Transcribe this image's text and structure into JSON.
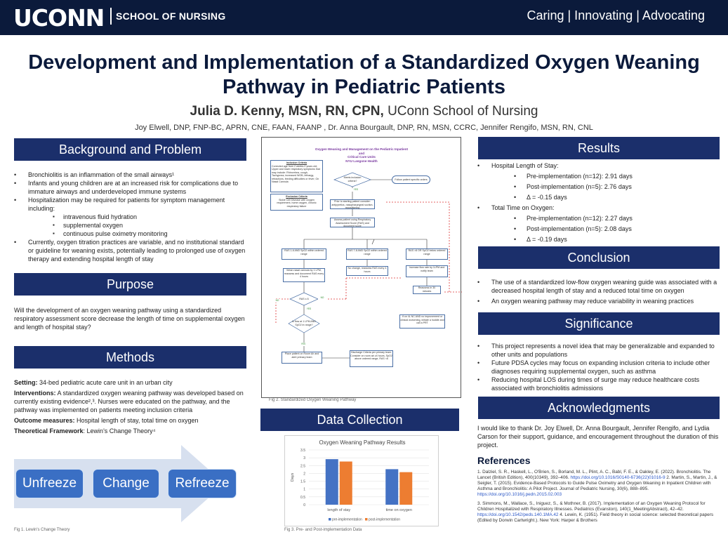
{
  "header": {
    "logo": "UCONN",
    "school": "SCHOOL OF NURSING",
    "tagline": "Caring | Innovating | Advocating"
  },
  "title_line1": "Development and Implementation of a Standardized Oxygen Weaning",
  "title_line2": "Pathway in Pediatric Patients",
  "presenter": {
    "name": "Julia D. Kenny, MSN, RN, CPN,",
    "affiliation": "UConn School of Nursing"
  },
  "authors": "Joy Elwell, DNP, FNP-BC, APRN, CNE, FAAN, FAANP , Dr. Anna Bourgault, DNP, RN, MSN, CCRC, Jennifer Rengifo, MSN, RN, CNL",
  "background": {
    "heading": "Background and Problem",
    "items": [
      "Bronchiolitis is an inflammation of the small airways¹",
      "Infants and young children are at an increased risk for complications due to immature airways and underdeveloped immune systems",
      "Hospitalization may be required for patients for symptom management including:"
    ],
    "subitems": [
      "intravenous fluid hydration",
      "supplemental oxygen",
      "continuous pulse oximetry monitoring"
    ],
    "last": "Currently, oxygen titration practices are variable, and no institutional standard or guideline for weaning exists, potentially leading to prolonged use of oxygen therapy and extending hospital length of stay"
  },
  "purpose": {
    "heading": "Purpose",
    "text": "Will the development of an oxygen weaning pathway using a standardized respiratory assessment score decrease the length of time on supplemental oxygen and length of hospital stay?"
  },
  "methods": {
    "heading": "Methods",
    "setting_label": "Setting:",
    "setting": " 34-bed pediatric acute care unit in an urban city",
    "interventions_label": "Interventions:",
    "interventions": " A standardized oxygen weaning pathway was developed based on currently existing evidence²,³. Nurses were educated on the pathway, and the pathway was implemented on patients meeting inclusion criteria",
    "outcome_label": "Outcome measures:",
    "outcome": " Hospital length of stay, total time on oxygen",
    "framework_label": "Theoretical Framework",
    "framework": ": Lewin's Change Theory⁴"
  },
  "lewin": {
    "steps": [
      "Unfreeze",
      "Change",
      "Refreeze"
    ],
    "caption": "Fig 1. Lewin's Change Theory"
  },
  "flowchart": {
    "title1": "Oxygen Weaning and Management on the Pediatric Inpatient and",
    "title2": "Critical Care Units",
    "title3": "NYU Langone Health",
    "inclusion_title": "Inclusion Criteria",
    "inclusion": "Corrected age from 2 weeks-2 years old; Upper and lower respiratory symptoms that may include: Rhinorrhea, cough, Tachypnea, increased WOB, lethargy, retractions, feeding difficulties or fever; On Nasal Cannula",
    "exclusion_title": "Exclusion Criteria",
    "exclusion": "Sickle Cell Disease with oxygen requirement, home oxygen, chronic respiratory failure",
    "meets": "Meets inclusion criteria?",
    "follow": "Follow patient specific orders",
    "prior": "Prior to starting patient consider: antipyretics, nasopharyngeal suction, repositioning",
    "assess": "Assess patient using Respiratory Assessment Score (RAS) and document score",
    "ras1": "RAS 1-6 AND SpO2 within ordered range",
    "ras2": "RAS 7-8 AND SpO2 within ordered range",
    "ras3": "RAS >8 OR SpO2 below ordered range",
    "wean": "Wean nasal cannula by 1 LPM, reassess and document RAS every 4 hours",
    "nochange": "No change, reassess RAS every 4 hours",
    "increase": "Increase flow rate by 1LPM and notify team",
    "reassess": "Reassess in 30 minutes",
    "rasle6": "RAS ≤ 6",
    "room": "Is flow at 1 LPM AND SpO2 in range?",
    "roomair": "Place patient on Room Air and alert primary team",
    "discharge": "Discharge Criteria per primary team: Consider on room air ≥4 hours, SpO2 above ordered range, RAS <6",
    "huddle": "If on 4L NC AND no improvement or clinical worsening, initiate a huddle and call a PRT",
    "yes": "YES",
    "no": "NO",
    "caption": "Fig 2. Standardized Oxygen Weaning Pathway"
  },
  "datacollection": {
    "heading": "Data Collection",
    "caption": "Fig 3. Pre- and Post-implementation Data"
  },
  "chart_data": {
    "type": "bar",
    "title": "Oxygen Weaning Pathway Results",
    "categories": [
      "length of stay",
      "time on oxygen"
    ],
    "series": [
      {
        "name": "pre-implementation",
        "values": [
          2.91,
          2.27
        ],
        "color": "#4472c4"
      },
      {
        "name": "post-implementation",
        "values": [
          2.76,
          2.08
        ],
        "color": "#ed7d31"
      }
    ],
    "ylabel": "Days",
    "ylim": [
      0,
      3.5
    ],
    "yticks": [
      "0",
      "0.5",
      "1",
      "1.5",
      "2",
      "2.5",
      "3",
      "3.5"
    ],
    "legend": "bottom",
    "grid": true
  },
  "results": {
    "heading": "Results",
    "los_label": "Hospital Length of Stay:",
    "los": [
      "Pre-implementation (n=12): 2.91 days",
      "Post-implementation (n=5): 2.76 days",
      "Δ = -0.15 days"
    ],
    "oxy_label": "Total Time on Oxygen:",
    "oxy": [
      "Pre-implementation (n=12): 2.27 days",
      "Post-implementation (n=5): 2.08 days",
      "Δ = -0.19 days"
    ]
  },
  "conclusion": {
    "heading": "Conclusion",
    "items": [
      "The use of a standardized low-flow oxygen weaning guide was associated with a decreased hospital length of stay and a reduced total time on oxygen",
      "An oxygen weaning pathway may reduce variability in weaning practices"
    ]
  },
  "significance": {
    "heading": "Significance",
    "items": [
      "This project represents a novel idea that may be generalizable and expanded to other units and populations",
      "Future PDSA cycles may focus on expanding inclusion criteria to include other diagnoses requiring supplemental oxygen, such as asthma",
      "Reducing hospital LOS during times of surge may reduce healthcare costs associated with bronchiolitis admissions"
    ]
  },
  "acknowledgments": {
    "heading": "Acknowledgments",
    "text": "I would like to thank Dr. Joy Elwell, Dr. Anna Bourgault, Jennifer Rengifo, and Lydia Carson for their support, guidance, and encouragement throughout the duration of this project."
  },
  "references": {
    "heading": "References",
    "r1": "1. Dalziel, S. R., Haskell, L., O'Brien, S., Borland, M. L., Plint, A. C., Babl, F. E., & Oakley, E. (2022). Bronchiolitis. The Lancet (British Edition), 400(10349), 392–406. ",
    "r1_link": "https://doi.org/10.1016/S0140-6736(22)01016-9",
    "r2": " 2. Martin, S., Martin, J., & Seigler, T. (2015). Evidence-Based Protocols to Guide Pulse Oximetry and Oxygen Weaning in Inpatient Children with Asthma and Bronchiolitis: A Pilot Project. Journal of Pediatric Nursing, 30(6), 888–895. ",
    "r2_link": "https://doi.org/10.1016/j.pedn.2015.02.003",
    "r3": "3. Simmons, M., Wallace, S., Iniguez, S., & Mothner, B. (2017). Implementation of an Oxygen Weaning Protocol for Children Hospitalized with Respiratory Illnesses. Pediatrics (Evanston), 140(1_MeetingAbstract), 42–42. ",
    "r3_link": "https://doi.org/10.1542/peds.140.1MA.42",
    "r4": " 4. Lewin, K. (1951). Field theory in social science: selected theoretical papers (Edited by Dorwin Cartwright.). New York: Harper & Brothers"
  }
}
